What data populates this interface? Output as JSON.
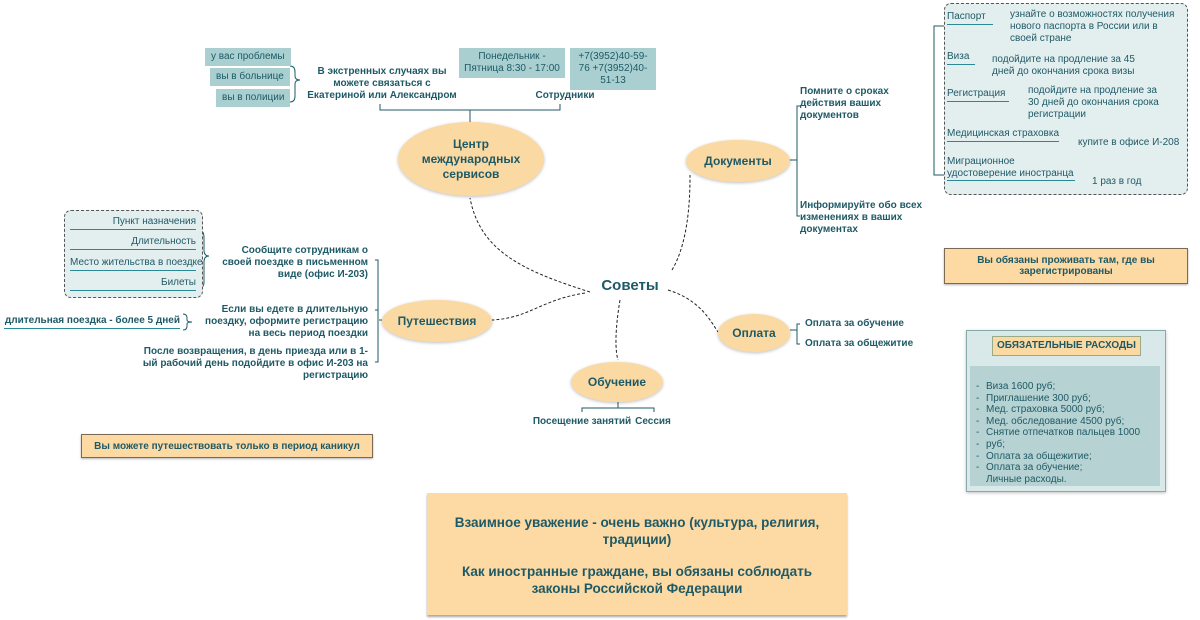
{
  "center": "Советы",
  "centr": {
    "title": "Центр международных сервисов",
    "contact_text": "В экстренных случаях вы можете связаться с Екатериной или Александром",
    "problems": [
      "у вас проблемы",
      "вы в больнице",
      "вы в полиции"
    ],
    "hours": "Понедельник - Пятница 8:30 - 17:00",
    "phones": "+7(3952)40-59-76 +7(3952)40-51-13",
    "staff": "Сотрудники"
  },
  "documents": {
    "title": "Документы",
    "remember": "Помните о сроках действия ваших документов",
    "inform": "Информируйте обо всех изменениях в ваших документах",
    "items": [
      {
        "label": "Паспорт",
        "note": "узнайте о возможностях получения нового паспорта в России или в своей стране"
      },
      {
        "label": "Виза",
        "note": "подойдите на продление за 45 дней до окончания срока визы"
      },
      {
        "label": "Регистрация",
        "note": "подойдите на продление за 30 дней до окончания срока регистрации"
      },
      {
        "label": "Медицинская страховка",
        "note": "купите в офисе И-208"
      },
      {
        "label": "Миграционное удостоверение иностранца",
        "note": "1 раз в год"
      }
    ]
  },
  "notice_residence": "Вы обязаны проживать там, где вы зарегистрированы",
  "payment": {
    "title": "Оплата",
    "items": [
      "Оплата за обучение",
      "Оплата за общежитие"
    ]
  },
  "expenses": {
    "title": "ОБЯЗАТЕЛЬНЫЕ РАСХОДЫ",
    "items": [
      "Виза 1600 руб;",
      "Приглашение 300 руб;",
      "Мед. страховка 5000 руб;",
      "Мед. обследование 4500 руб;",
      "Снятие отпечатков пальцев 1000 руб;",
      "Оплата за общежитие;",
      "Оплата за обучение;",
      "Личные расходы."
    ]
  },
  "travel": {
    "title": "Путешествия",
    "report": "Сообщите сотрудникам о своей поездке в письменном виде (офис И-203)",
    "report_items": [
      "Пункт назначения",
      "Длительность",
      "Место жительства в поездке",
      "Билеты"
    ],
    "long": "Если вы едете в длительную поездку, оформите регистрацию на весь период поездки",
    "long_note": "длительная поездка - более 5 дней",
    "return": "После возвращения, в день приезда или в 1-ый рабочий день подойдите в офис И-203 на регистрацию"
  },
  "notice_holidays": "Вы можете путешествовать только в период каникул",
  "study": {
    "title": "Обучение",
    "items": [
      "Посещение занятий",
      "Сессия"
    ]
  },
  "bottom": {
    "line1": "Взаимное уважение - очень важно (культура, религия, традиции)",
    "line2": "Как иностранные граждане, вы обязаны соблюдать законы Российской Федерации"
  }
}
